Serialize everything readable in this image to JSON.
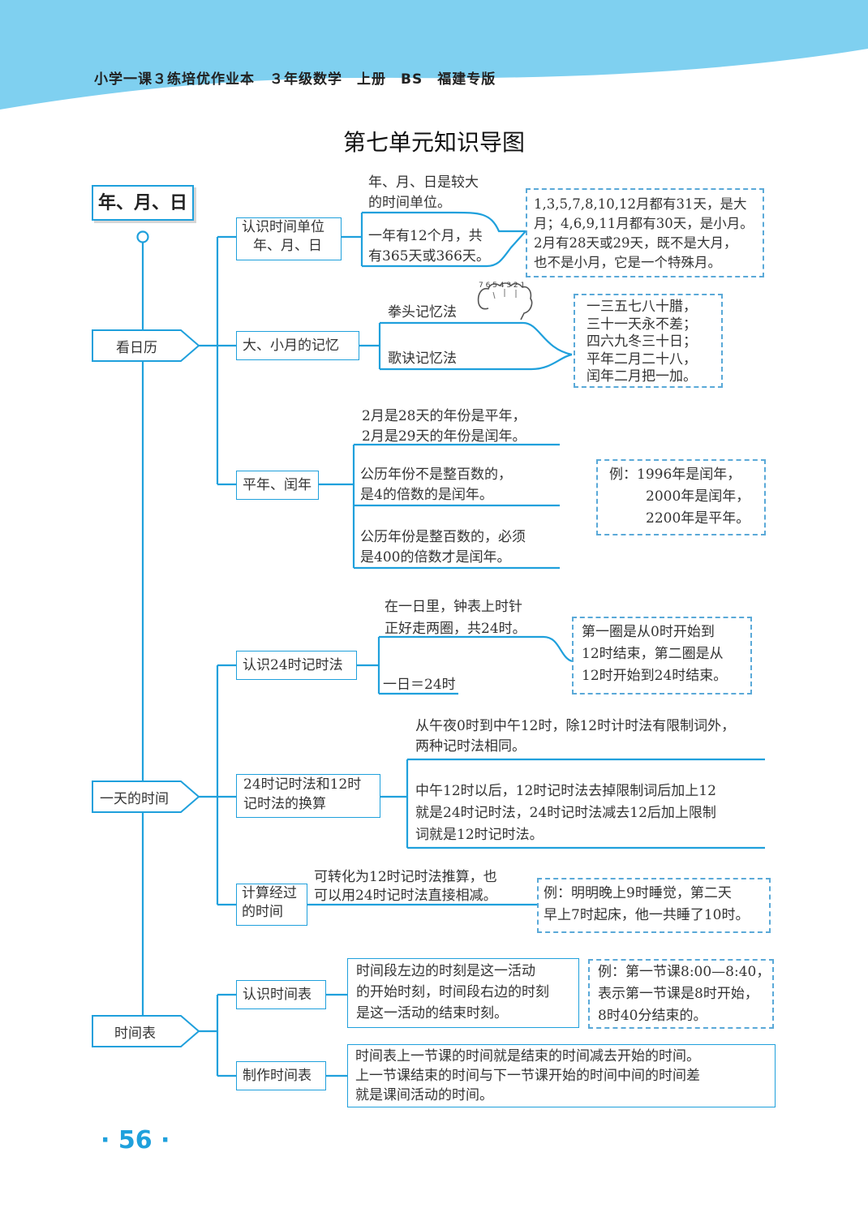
{
  "header": {
    "text": "小学一课３练培优作业本　３年级数学　上册　BS　福建专版",
    "band_color": "#7fd0f0"
  },
  "title": "第七单元知识导图",
  "root": "年、月、日",
  "branches": {
    "calendar": {
      "label": "看日历",
      "sub1": {
        "label1": "认识时间单位",
        "label2": "年、月、日",
        "line_a1": "年、月、日是较大",
        "line_a2": "的时间单位。",
        "line_b1": "一年有12个月，共",
        "line_b2": "有365天或366天。",
        "note": [
          "1,3,5,7,8,10,12月都有31天，是大",
          "月；4,6,9,11月都有30天，是小月。",
          "2月有28天或29天，既不是大月，",
          "也不是小月，它是一个特殊月。"
        ]
      },
      "sub2": {
        "label": "大、小月的记忆",
        "fist": "拳头记忆法",
        "song": "歌诀记忆法",
        "note": [
          "一三五七八十腊，",
          "三十一天永不差；",
          "四六九冬三十日；",
          "平年二月二十八，",
          "闰年二月把一加。"
        ]
      },
      "sub3": {
        "label": "平年、闰年",
        "line_a1": "2月是28天的年份是平年，",
        "line_a2": "2月是29天的年份是闰年。",
        "line_b1": "公历年份不是整百数的，",
        "line_b2": "是4的倍数的是闰年。",
        "line_c1": "公历年份是整百数的，必须",
        "line_c2": "是400的倍数才是闰年。",
        "note": [
          "例：1996年是闰年，",
          "2000年是闰年，",
          "2200年是平年。"
        ]
      }
    },
    "day": {
      "label": "一天的时间",
      "sub1": {
        "label": "认识24时记时法",
        "line_a1": "在一日里，钟表上时针",
        "line_a2": "正好走两圈，共24时。",
        "line_b": "一日＝24时",
        "note": [
          "第一圈是从0时开始到",
          "12时结束，第二圈是从",
          "12时开始到24时结束。"
        ]
      },
      "sub2": {
        "label1": "24时记时法和12时",
        "label2": "记时法的换算",
        "line_a1": "从午夜0时到中午12时，除12时计时法有限制词外，",
        "line_a2": "两种记时法相同。",
        "line_b1": "中午12时以后，12时记时法去掉限制词后加上12",
        "line_b2": "就是24时记时法，24时记时法减去12后加上限制",
        "line_b3": "词就是12时记时法。"
      },
      "sub3": {
        "label1": "计算经过",
        "label2": "的时间",
        "line_a1": "可转化为12时记时法推算，也",
        "line_a2": "可以用24时记时法直接相减。",
        "note": [
          "例：明明晚上9时睡觉，第二天",
          "早上7时起床，他一共睡了10时。"
        ]
      }
    },
    "timetable": {
      "label": "时间表",
      "sub1": {
        "label": "认识时间表",
        "box": [
          "时间段左边的时刻是这一活动",
          "的开始时刻，时间段右边的时刻",
          "是这一活动的结束时刻。"
        ],
        "note": [
          "例：第一节课8:00—8:40，",
          "表示第一节课是8时开始，",
          "8时40分结束的。"
        ]
      },
      "sub2": {
        "label": "制作时间表",
        "box": [
          "时间表上一节课的时间就是结束的时间减去开始的时间。",
          "上一节课结束的时间与下一节课开始的时间中间的时间差",
          "就是课间活动的时间。"
        ]
      }
    }
  },
  "fist_numbers": "7 6 5 4 3 2 1",
  "page_number": "· 56 ·",
  "colors": {
    "line": "#1fa0dc",
    "dash": "#5aa9d8"
  }
}
